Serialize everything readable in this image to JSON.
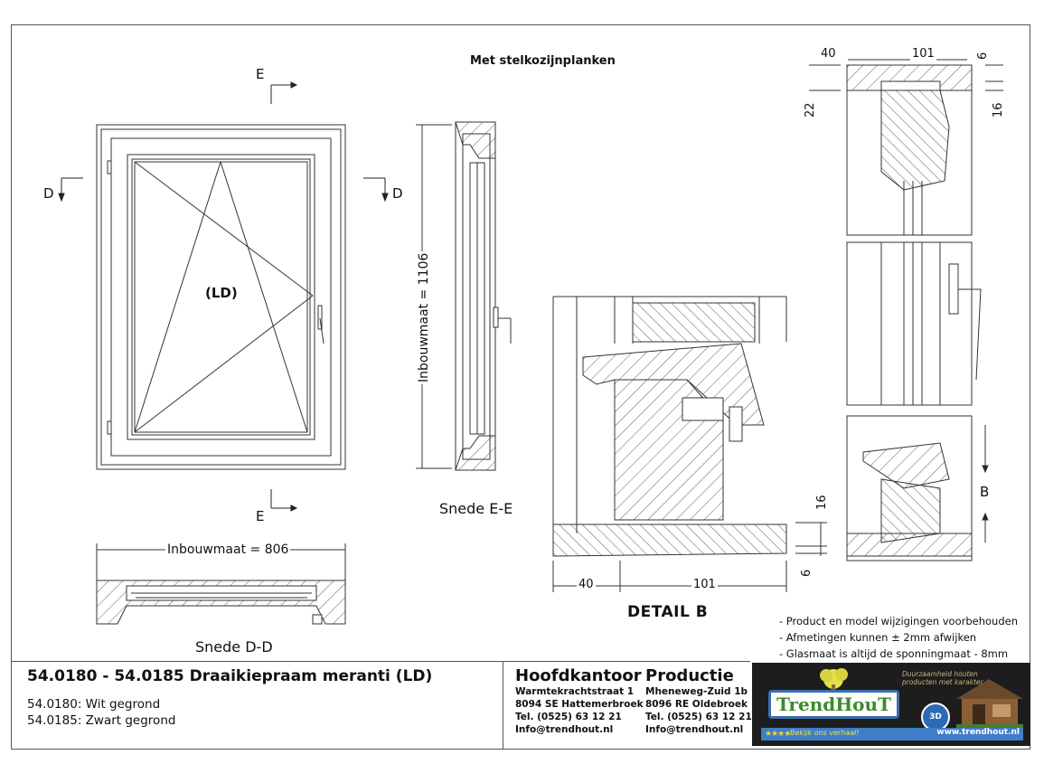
{
  "header": {
    "title": "Met stelkozijnplanken"
  },
  "front_view": {
    "sash_label": "(LD)",
    "section_e_top": "E",
    "section_e_bottom": "E",
    "section_d_left": "D",
    "section_d_right": "D"
  },
  "section_ee": {
    "dimension": "Inbouwmaat = 1106",
    "caption": "Snede E-E"
  },
  "section_dd": {
    "dimension": "Inbouwmaat = 806",
    "caption": "Snede D-D"
  },
  "detail_b": {
    "title": "DETAIL  B",
    "dim_left": "40",
    "dim_right": "101",
    "dim_16": "16",
    "dim_6": "6"
  },
  "right_section": {
    "dim_40": "40",
    "dim_101": "101",
    "dim_6": "6",
    "dim_22": "22",
    "dim_16": "16",
    "marker": "B"
  },
  "notes": [
    "- Product en model wijzigingen voorbehouden",
    "- Afmetingen kunnen ± 2mm afwijken",
    "- Glasmaat is altijd de sponningmaat - 8mm"
  ],
  "product": {
    "title": "54.0180 - 54.0185 Draaikiepraam meranti (LD)",
    "variant_1": "54.0180: Wit gegrond",
    "variant_2": "54.0185: Zwart gegrond"
  },
  "hoofdkantoor": {
    "heading": "Hoofdkantoor",
    "street": "Warmtekrachtstraat 1",
    "city": "8094 SE Hattemerbroek",
    "phone": "Tel. (0525) 63 12 21",
    "email": "Info@trendhout.nl"
  },
  "productie": {
    "heading": "Productie",
    "street": "Mheneweg-Zuid 1b",
    "city": "8096 RE Oldebroek",
    "phone": "Tel. (0525) 63 12 21",
    "email": "Info@trendhout.nl"
  },
  "logo": {
    "brand": "TrendHouT",
    "tagline": "Duurzaamheid houten producten met karakter",
    "slogan": "Bekijk ons verhaal!",
    "url": "www.trendhout.nl",
    "badge": "3D"
  },
  "colors": {
    "line": "#222222",
    "logo_bg": "#1d1d1d",
    "logo_blue": "#3f7dc7",
    "logo_green": "#3d8a2e"
  }
}
